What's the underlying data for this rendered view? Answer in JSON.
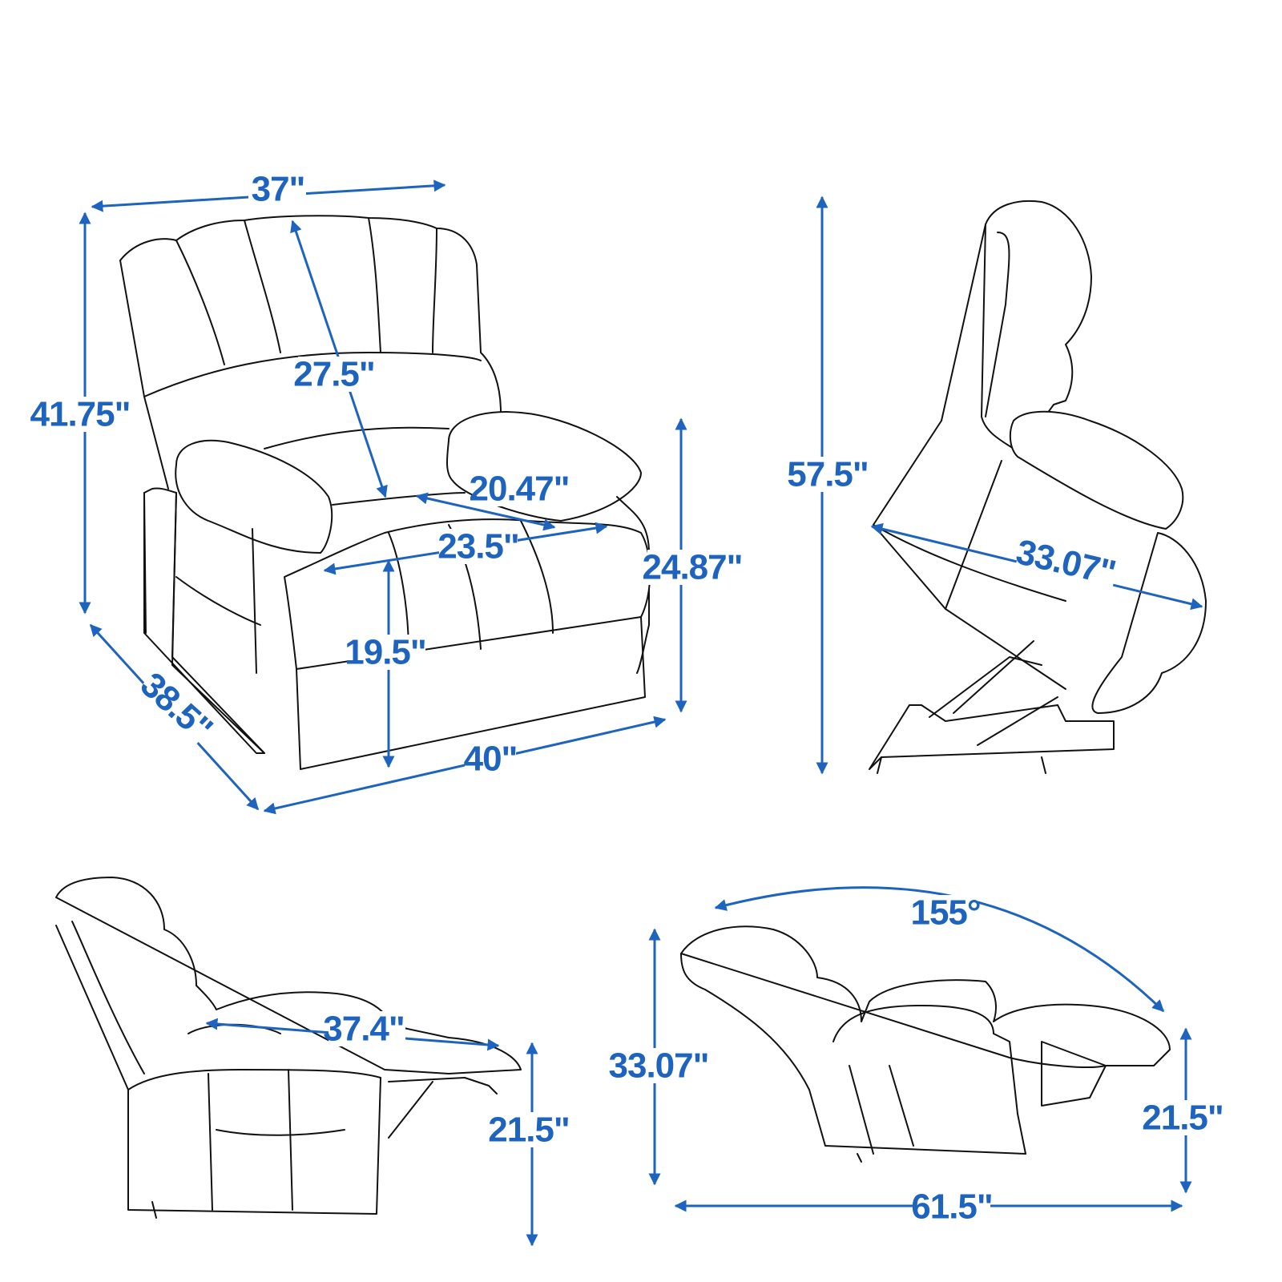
{
  "colors": {
    "accent": "#1e64be",
    "line": "#111111",
    "background": "#ffffff"
  },
  "views": {
    "front": {
      "width_top": "37\"",
      "height_total": "41.75\"",
      "backrest_height": "27.5\"",
      "arm_depth": "20.47\"",
      "seat_width": "23.5\"",
      "arm_height": "24.87\"",
      "seat_height": "19.5\"",
      "depth": "38.5\"",
      "width_bottom": "40\""
    },
    "lift": {
      "lift_height": "57.5\"",
      "lift_depth": "33.07\""
    },
    "recline": {
      "footrest_length": "37.4\"",
      "footrest_height": "21.5\""
    },
    "full_recline": {
      "angle": "155°",
      "height": "33.07\"",
      "footrest_height": "21.5\"",
      "length": "61.5\""
    }
  }
}
